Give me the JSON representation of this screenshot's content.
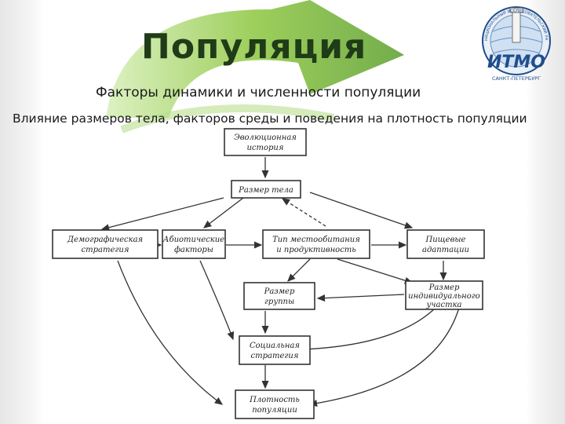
{
  "slide": {
    "title": "Популяция",
    "subtitle": "Факторы динамики и численности популяции",
    "subtitle2": "Влияние размеров тела, факторов среды и поведения на плотность популяции"
  },
  "logo": {
    "name": "ИТМО",
    "city": "САНКТ-ПЕТЕРБУРГ",
    "ring_text": "НАЦИОНАЛЬНЫЙ ИССЛЕДОВАТЕЛЬСКИЙ УНИВЕРСИТЕТ"
  },
  "diagram": {
    "nodes": {
      "evolution": [
        "Эволюционная",
        "история"
      ],
      "body_size": [
        "Размер тела"
      ],
      "demographic": [
        "Демографическая",
        "стратегия"
      ],
      "abiotic": [
        "Абиотические",
        "факторы"
      ],
      "habitat": [
        "Тип местообитания",
        "и продуктивность"
      ],
      "food": [
        "Пищевые",
        "адаптации"
      ],
      "group_size": [
        "Размер",
        "группы"
      ],
      "home_range": [
        "Размер",
        "индивидуального",
        "участка"
      ],
      "social": [
        "Социальная",
        "стратегия"
      ],
      "density": [
        "Плотность",
        "популяции"
      ]
    }
  },
  "colors": {
    "title": "#1f3b17",
    "arc": "#8cc63f",
    "logo_blue": "#1f4e8c"
  }
}
